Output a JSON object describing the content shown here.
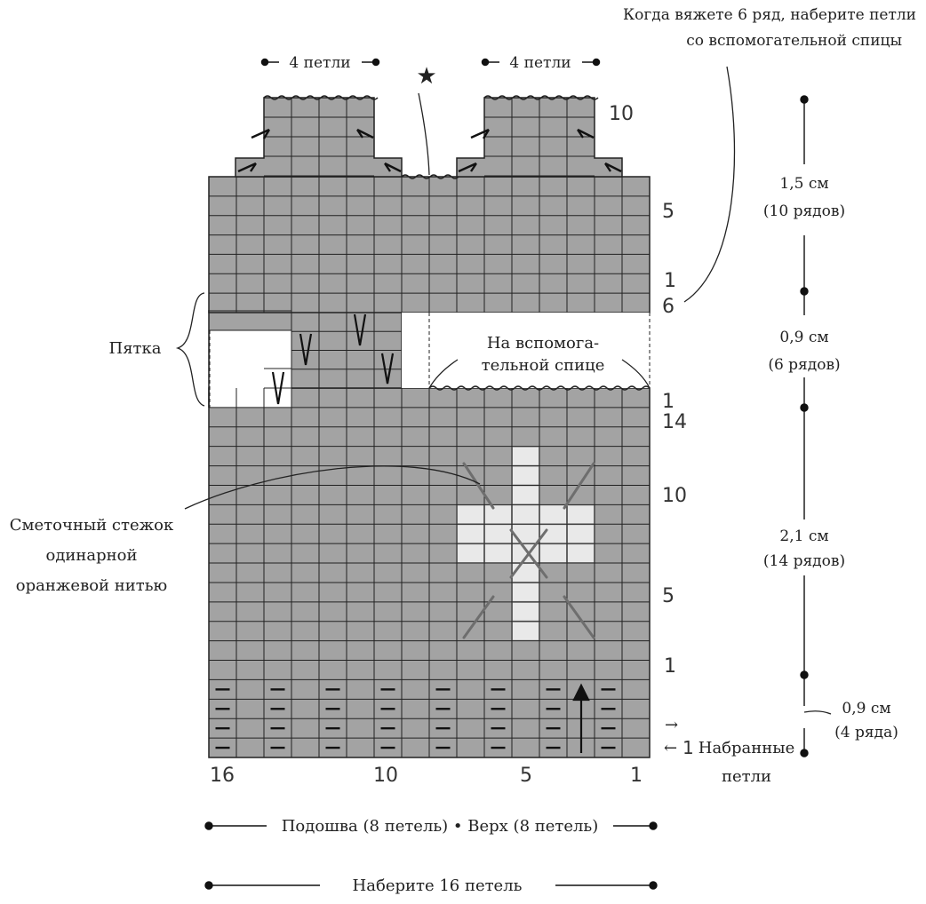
{
  "top_note": {
    "line1": "Когда вяжете 6 ряд, наберите петли",
    "line2": "со вспомогательной спицы"
  },
  "top_labels": {
    "left": "4 петли",
    "right": "4 петли",
    "star": "★"
  },
  "row_numbers": {
    "r10_top": "10",
    "r5_top": "5",
    "r1_top": "1",
    "r6": "6",
    "r1_mid": "1",
    "r14": "14",
    "r10": "10",
    "r5": "5",
    "r1": "1",
    "r1_bottom": "1"
  },
  "col_numbers": [
    "16",
    "10",
    "5",
    "1"
  ],
  "labels": {
    "heel": "Пятка",
    "aux_needle_1": "На вспомога-",
    "aux_needle_2": "тельной спице",
    "basting_1": "Сметочный стежок",
    "basting_2": "одинарной",
    "basting_3": "оранжевой нитью",
    "caston_1": "Набранные",
    "caston_2": "петли",
    "arrow_right": "→",
    "arrow_left": "←"
  },
  "measurements": [
    {
      "line1": "1,5 см",
      "line2": "(10 рядов)"
    },
    {
      "line1": "0,9 см",
      "line2": "(6 рядов)"
    },
    {
      "line1": "2,1 см",
      "line2": "(14 рядов)"
    },
    {
      "line1": "0,9 см",
      "line2": "(4 ряда)"
    }
  ],
  "bottom": {
    "sole_top": "Подошва (8 петель) • Верх (8 петель)",
    "caston_total": "Наберите 16 петель"
  },
  "colors": {
    "grid_fill": "#a3a3a3",
    "grid_line": "#222222",
    "motif_fill": "#e9e9e9",
    "basting": "#6e6e6e"
  }
}
